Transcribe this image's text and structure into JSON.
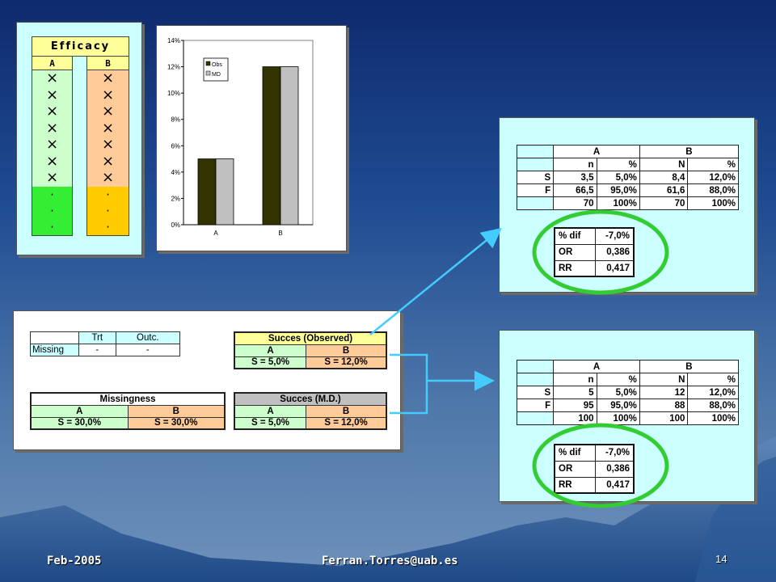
{
  "colors": {
    "green_ring": "#33cc33",
    "arrow": "#44ccff",
    "panel_bg": "#ccffff",
    "obs_bar": "#333300",
    "md_bar": "#c0c0c0"
  },
  "efficacy": {
    "title": "Efficacy",
    "col_a": "A",
    "col_b": "B",
    "x_mark": "×",
    "dot_mark": "·",
    "x_rows": 7,
    "dot_rows": 3
  },
  "chart_data": {
    "type": "bar",
    "categories": [
      "A",
      "B"
    ],
    "series": [
      {
        "name": "Obs",
        "values": [
          5,
          12
        ]
      },
      {
        "name": "MD",
        "values": [
          5,
          12
        ]
      }
    ],
    "yticks": [
      "0%",
      "2%",
      "4%",
      "6%",
      "8%",
      "10%",
      "12%",
      "14%"
    ],
    "ylim": [
      0,
      14
    ],
    "legend": "top-left"
  },
  "summary": {
    "trt_outc": {
      "h1": "Trt",
      "h2": "Outc.",
      "row_label": "Missing",
      "v1": "-",
      "v2": "-"
    },
    "observed": {
      "title": "Succes (Observed)",
      "a": "A",
      "b": "B",
      "sa": "S = 5,0%",
      "sb": "S = 12,0%"
    },
    "missingness": {
      "title": "Missingness",
      "a": "A",
      "b": "B",
      "sa": "S = 30,0%",
      "sb": "S = 30,0%"
    },
    "md": {
      "title": "Succes (M.D.)",
      "a": "A",
      "b": "B",
      "sa": "S = 5,0%",
      "sb": "S = 12,0%"
    }
  },
  "result1": {
    "head_a": "A",
    "head_b": "B",
    "cols": [
      "n",
      "%",
      "N",
      "%"
    ],
    "rows": [
      {
        "label": "S",
        "c1": "3,5",
        "c2": "5,0%",
        "c3": "8,4",
        "c4": "12,0%"
      },
      {
        "label": "F",
        "c1": "66,5",
        "c2": "95,0%",
        "c3": "61,6",
        "c4": "88,0%"
      },
      {
        "label": "",
        "c1": "70",
        "c2": "100%",
        "c3": "70",
        "c4": "100%"
      }
    ],
    "stats": [
      {
        "label": "% dif",
        "value": "-7,0%"
      },
      {
        "label": "OR",
        "value": "0,386"
      },
      {
        "label": "RR",
        "value": "0,417"
      }
    ]
  },
  "result2": {
    "head_a": "A",
    "head_b": "B",
    "cols": [
      "n",
      "%",
      "N",
      "%"
    ],
    "rows": [
      {
        "label": "S",
        "c1": "5",
        "c2": "5,0%",
        "c3": "12",
        "c4": "12,0%"
      },
      {
        "label": "F",
        "c1": "95",
        "c2": "95,0%",
        "c3": "88",
        "c4": "88,0%"
      },
      {
        "label": "",
        "c1": "100",
        "c2": "100%",
        "c3": "100",
        "c4": "100%"
      }
    ],
    "stats": [
      {
        "label": "% dif",
        "value": "-7,0%"
      },
      {
        "label": "OR",
        "value": "0,386"
      },
      {
        "label": "RR",
        "value": "0,417"
      }
    ]
  },
  "footer": {
    "date": "Feb-2005",
    "email": "Ferran.Torres@uab.es",
    "page": "14"
  }
}
